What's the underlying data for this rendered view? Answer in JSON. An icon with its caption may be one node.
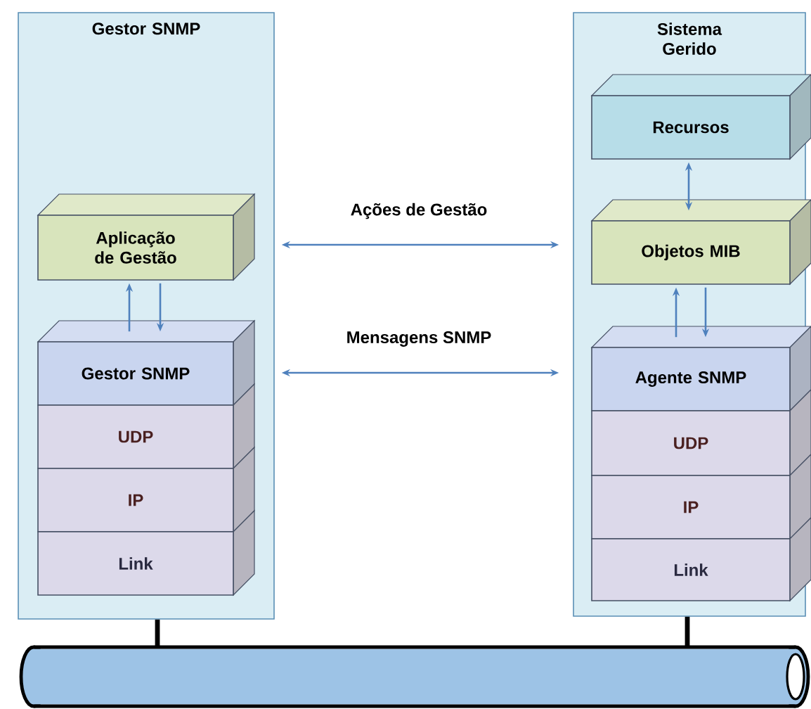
{
  "diagram": {
    "nodes": [
      {
        "text": [
          "Gestor SNMP"
        ]
      },
      {
        "text": [
          "Aplicação de Gestão"
        ],
        "in": 0
      },
      {
        "text": [
          "Gestor SNMP"
        ],
        "in": 0
      },
      {
        "text": [
          "UDP"
        ],
        "in": 0
      },
      {
        "text": [
          "IP"
        ],
        "in": 0
      },
      {
        "text": [
          "Link"
        ],
        "in": 0
      },
      {
        "text": [
          "Sistema Gerido"
        ]
      },
      {
        "text": [
          "Recursos"
        ],
        "in": 6
      },
      {
        "text": [
          "Objetos MIB"
        ],
        "in": 6
      },
      {
        "text": [
          "Agente SNMP"
        ],
        "in": 6
      },
      {
        "text": [
          "UDP"
        ],
        "in": 6
      },
      {
        "text": [
          "IP"
        ],
        "in": 6
      },
      {
        "text": [
          "Link"
        ],
        "in": 6
      },
      {
        "text": [],
        "shape": "cylinder"
      }
    ],
    "edges": [
      {
        "from": 2,
        "to": 1,
        "arrow": "to"
      },
      {
        "from": 1,
        "to": 2,
        "arrow": "to"
      },
      {
        "from": 0,
        "to": 6,
        "arrow": "both",
        "label": "Ações de Gestão"
      },
      {
        "from": 0,
        "to": 6,
        "arrow": "both",
        "label": "Mensagens SNMP"
      },
      {
        "from": 7,
        "to": 8,
        "arrow": "both"
      },
      {
        "from": 9,
        "to": 8,
        "arrow": "to"
      },
      {
        "from": 8,
        "to": 9,
        "arrow": "to"
      },
      {
        "from": 0,
        "to": 13,
        "arrow": "none",
        "style": "thick",
        "color": "#000000"
      },
      {
        "from": 6,
        "to": 13,
        "arrow": "none",
        "style": "thick",
        "color": "#000000"
      }
    ]
  }
}
